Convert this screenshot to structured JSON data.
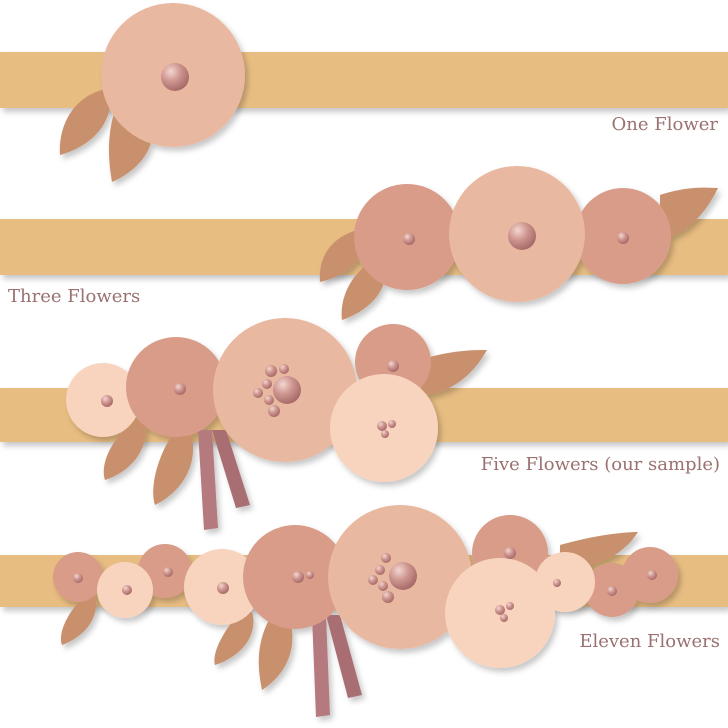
{
  "labels": {
    "one": "One Flower",
    "three": "Three Flowers",
    "five": "Five Flowers (our sample)",
    "eleven": "Eleven Flowers"
  },
  "colors": {
    "band": "#E8BD82",
    "flower_main": "#E8B8A0",
    "flower_dark": "#D89C88",
    "flower_light": "#F8D4BE",
    "leaf": "#C8906C",
    "ribbon": "#B47A7E",
    "bead": "#C98E88",
    "text": "#9A7070"
  }
}
